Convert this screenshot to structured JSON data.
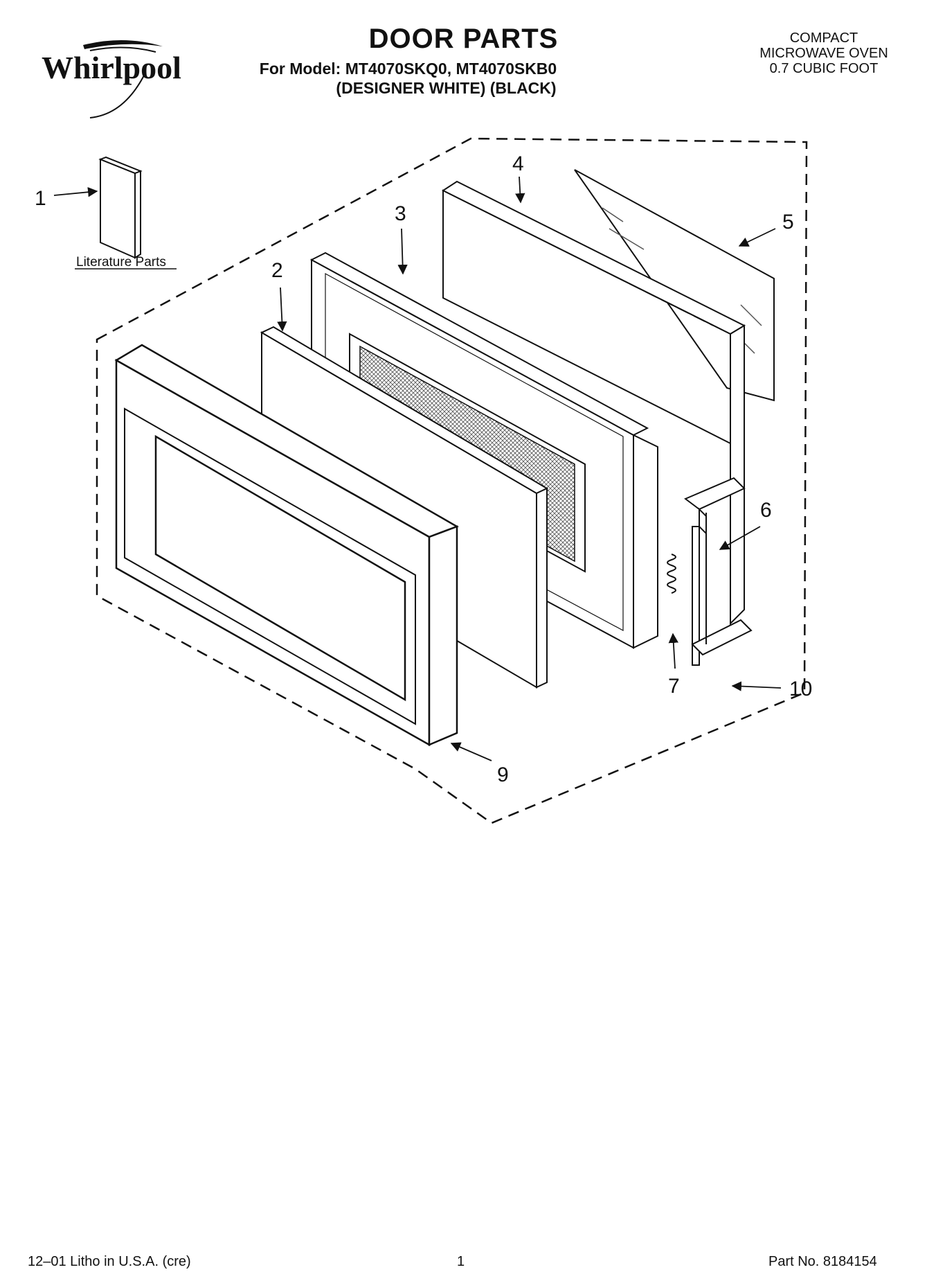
{
  "brand": {
    "logo_text": "Whirlpool"
  },
  "header": {
    "title": "DOOR PARTS",
    "model_line": "For Model: MT4070SKQ0, MT4070SKB0",
    "variant_line": "(DESIGNER WHITE) (BLACK)",
    "product_lines": [
      "COMPACT",
      "MICROWAVE OVEN",
      "0.7 CUBIC FOOT"
    ]
  },
  "diagram": {
    "literature_label": "Literature Parts",
    "callouts": [
      "1",
      "2",
      "3",
      "4",
      "5",
      "6",
      "7",
      "9",
      "10"
    ]
  },
  "footer": {
    "litho": "12–01 Litho in U.S.A. (cre)",
    "page": "1",
    "part_no": "Part No. 8184154"
  }
}
